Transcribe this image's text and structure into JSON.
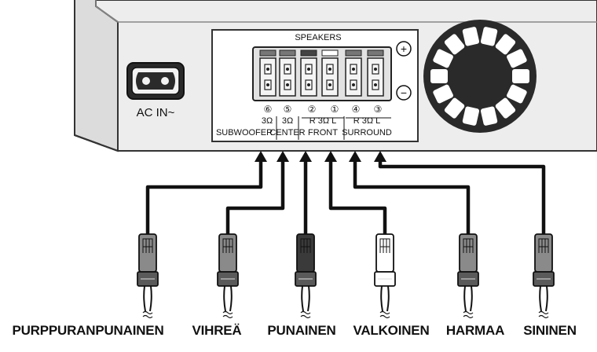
{
  "panel": {
    "title": "SPEAKERS",
    "ac_label": "AC IN~",
    "plus_sign": "+",
    "minus_sign": "−"
  },
  "terminals": [
    {
      "number": "⑥",
      "impedance": "3Ω",
      "group": "SUBWOOFER"
    },
    {
      "number": "⑤",
      "impedance": "3Ω",
      "group": "CENTER"
    },
    {
      "number": "②",
      "impedance": "R 3Ω L",
      "group": "FRONT"
    },
    {
      "number": "①",
      "impedance": "",
      "group": ""
    },
    {
      "number": "④",
      "impedance": "R 3Ω L",
      "group": "SURROUND"
    },
    {
      "number": "③",
      "impedance": "",
      "group": ""
    }
  ],
  "cables": [
    {
      "label": "PURPPURANPUNAINEN",
      "color": "#8a8a8a"
    },
    {
      "label": "VIHREÄ",
      "color": "#8a8a8a"
    },
    {
      "label": "PUNAINEN",
      "color": "#3a3a3a"
    },
    {
      "label": "VALKOINEN",
      "color": "#ffffff"
    },
    {
      "label": "HARMAA",
      "color": "#8a8a8a"
    },
    {
      "label": "SININEN",
      "color": "#8a8a8a"
    }
  ]
}
